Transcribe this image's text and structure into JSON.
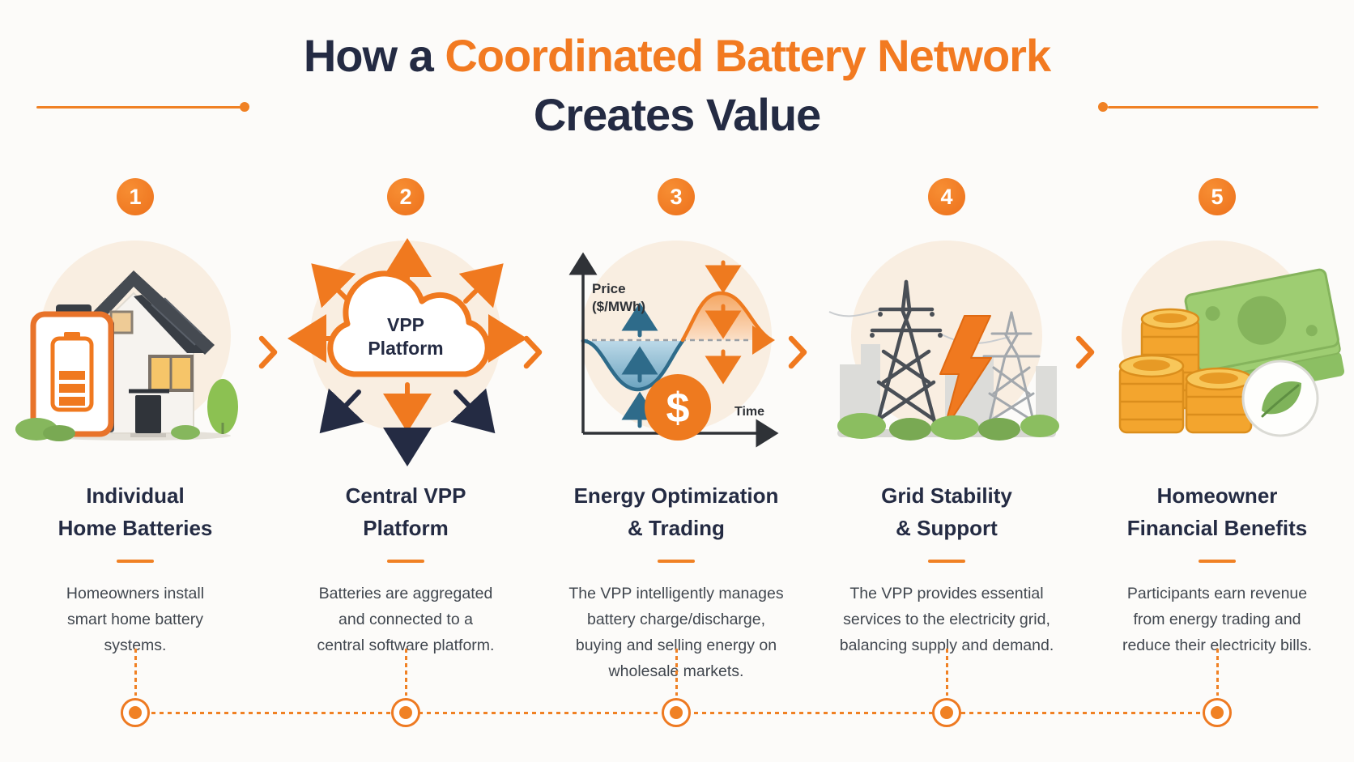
{
  "page": {
    "accent_orange": "#f08124",
    "navy": "#242b43",
    "text_gray": "#41474f",
    "icon_circle_bg": "#f9eee1"
  },
  "header": {
    "title_prefix": "How a ",
    "title_highlight": "Coordinated Battery Network",
    "title_line2": "Creates Value"
  },
  "steps": [
    {
      "number": "1",
      "icon": "home-battery-icon",
      "title": "Individual\nHome Batteries",
      "description": "Homeowners install\nsmart home battery\nsystems."
    },
    {
      "number": "2",
      "icon": "vpp-cloud-icon",
      "cloud_label": "VPP\nPlatform",
      "title": "Central VPP\nPlatform",
      "description": "Batteries are aggregated\nand connected to a\ncentral software platform."
    },
    {
      "number": "3",
      "icon": "price-chart-icon",
      "chart": {
        "type": "area",
        "y_axis_label": "Price\n($/MWh)",
        "x_axis_label": "Time",
        "coin_symbol": "$",
        "series_meaning": "blue dip below dashed baseline = charge when price is low; orange peak above baseline = discharge/sell when price is high"
      },
      "title": "Energy Optimization\n& Trading",
      "description": "The VPP intelligently manages\nbattery charge/discharge,\nbuying and selling energy on\nwholesale markets."
    },
    {
      "number": "4",
      "icon": "grid-pylons-icon",
      "title": "Grid Stability\n& Support",
      "description": "The VPP provides essential\nservices to the electricity grid,\nbalancing supply and demand."
    },
    {
      "number": "5",
      "icon": "money-benefits-icon",
      "title": "Homeowner\nFinancial Benefits",
      "description": "Participants earn revenue\nfrom energy trading and\nreduce their electricity bills."
    }
  ]
}
